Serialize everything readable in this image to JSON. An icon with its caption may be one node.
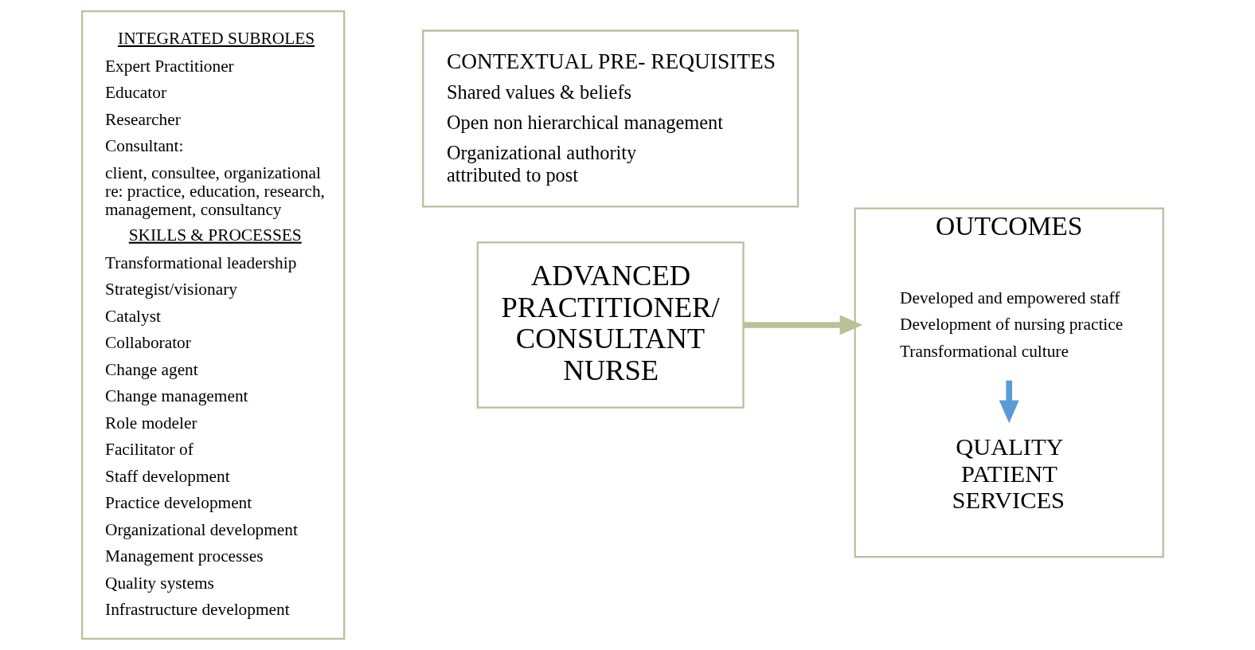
{
  "diagram": {
    "nodes": [
      {
        "text": [
          "INTEGRATED SUBROLES",
          "Expert Practitioner",
          "Educator",
          "Researcher",
          "Consultant:",
          "client, consultee, organizational re: practice, education, research, management, consultancy",
          "SKILLS & PROCESSES",
          "Transformational leadership",
          "Strategist/visionary",
          "Catalyst",
          "Collaborator",
          "Change agent",
          "Change management",
          "Role modeler",
          "Facilitator of",
          "Staff development",
          "Practice development",
          "Organizational development",
          "Management processes",
          "Quality systems",
          "Infrastructure development"
        ]
      },
      {
        "text": [
          "ADVANCED PRACTITIONER/ CONSULTANT NURSE"
        ]
      },
      {
        "text": [
          "CONTEXTUAL PRE- REQUISITES",
          "Shared values & beliefs",
          "Open non hierarchical management",
          "Organizational authority attributed to post"
        ]
      },
      {
        "text": [
          "OUTCOMES"
        ]
      },
      {
        "text": [
          "Developed and empowered staff",
          "Development of nursing practice",
          "Transformational culture"
        ],
        "in": 3
      },
      {
        "text": [
          "QUALITY PATIENT SERVICES"
        ],
        "in": 3
      }
    ],
    "edges": [
      {
        "from": 1,
        "to": 3,
        "arrow": "to",
        "color": "#b9c09a"
      },
      {
        "from": 4,
        "to": 5,
        "arrow": "to",
        "color": "#5b9bd5"
      }
    ]
  }
}
